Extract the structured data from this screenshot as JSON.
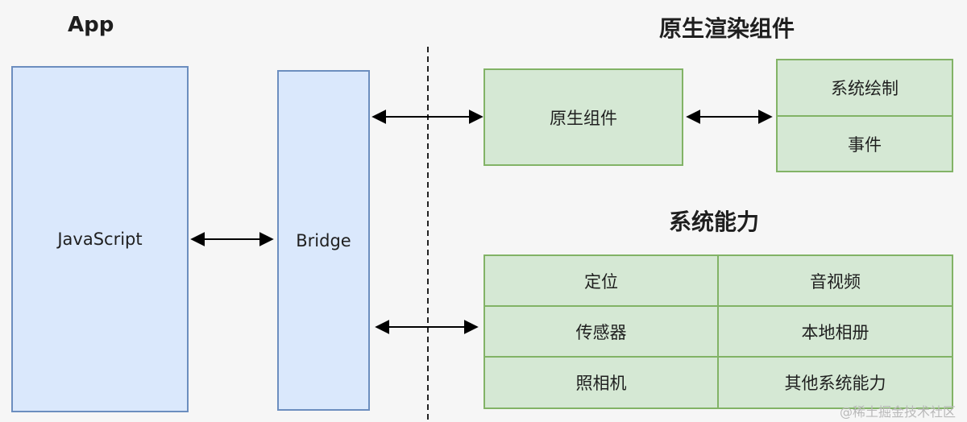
{
  "app_label": "App",
  "native_render_title": "原生渲染组件",
  "system_ability_title": "系统能力",
  "javascript_label": "JavaScript",
  "bridge_label": "Bridge",
  "native_component_label": "原生组件",
  "render_items": [
    "系统绘制",
    "事件"
  ],
  "ability_items": [
    "定位",
    "音视频",
    "传感器",
    "本地相册",
    "照相机",
    "其他系统能力"
  ],
  "watermark": "@稀土掘金技术社区",
  "colors": {
    "blue_fill": "#dae8fc",
    "blue_stroke": "#6c8ebf",
    "green_fill": "#d5e8d4",
    "green_stroke": "#82b366"
  }
}
